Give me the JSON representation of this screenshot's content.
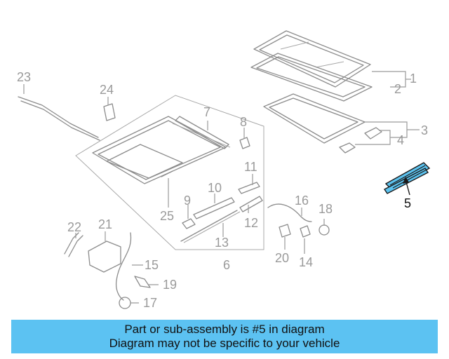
{
  "diagram": {
    "labels": {
      "l1": "1",
      "l2": "2",
      "l3": "3",
      "l4": "4",
      "l5": "5",
      "l6": "6",
      "l7": "7",
      "l8": "8",
      "l9": "9",
      "l10": "10",
      "l11": "11",
      "l12": "12",
      "l13": "13",
      "l14": "14",
      "l15": "15",
      "l16": "16",
      "l17": "17",
      "l18": "18",
      "l19": "19",
      "l20": "20",
      "l21": "21",
      "l22": "22",
      "l23": "23",
      "l24": "24",
      "l25": "25"
    },
    "highlight_color": "#5cc2ee"
  },
  "banner": {
    "line1": "Part or sub-assembly is #5 in diagram",
    "line2": "Diagram may not be specific to your vehicle",
    "color": "#5cc2f2"
  }
}
